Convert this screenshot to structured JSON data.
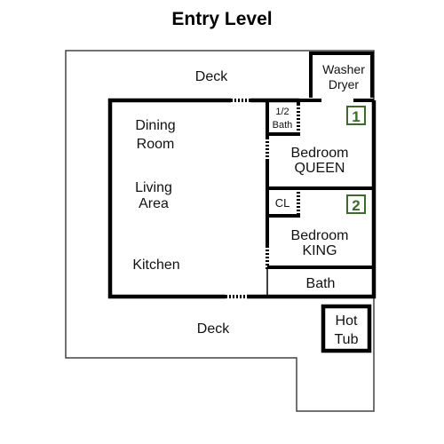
{
  "title": "Entry Level",
  "rooms": {
    "deck_top": "Deck",
    "washer": "Washer",
    "dryer": "Dryer",
    "half": "1/2",
    "half_bath": "Bath",
    "dining": "Dining",
    "dining_room": "Room",
    "living": "Living",
    "living_area": "Area",
    "kitchen": "Kitchen",
    "bedroom1": "Bedroom",
    "bedroom1_size": "QUEEN",
    "closet": "CL",
    "bedroom2": "Bedroom",
    "bedroom2_size": "KING",
    "bath": "Bath",
    "deck_bottom": "Deck",
    "hot": "Hot",
    "tub": "Tub"
  },
  "badges": {
    "bedroom1": "1",
    "bedroom2": "2"
  },
  "colors": {
    "wall": "#000000",
    "thin_line": "#444444",
    "badge": "#3a6b2a",
    "background": "#ffffff"
  }
}
